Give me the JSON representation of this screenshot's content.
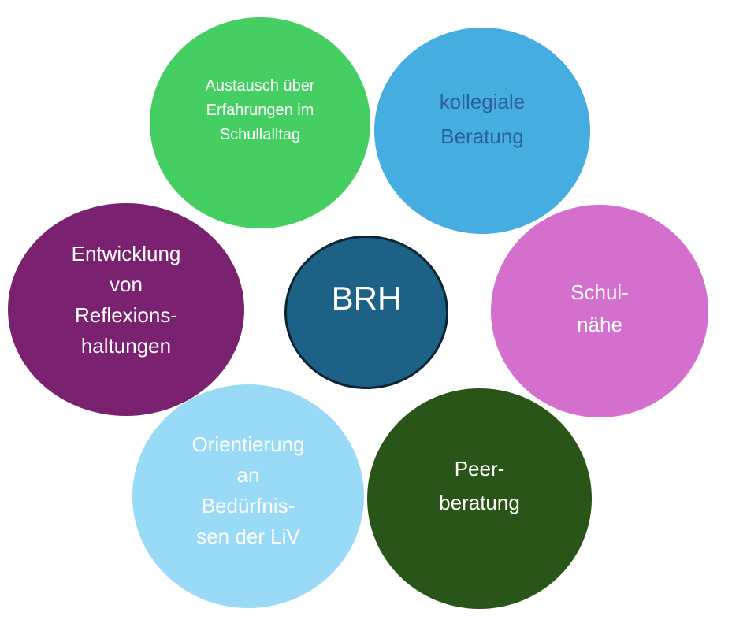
{
  "canvas": {
    "background": "#FFFFFF"
  },
  "center_bubble": {
    "label": "BRH",
    "fill": "#1D6187",
    "border_color": "#0D2433",
    "text_color": "#FFFFFF"
  },
  "bubbles": {
    "austausch": {
      "lines": [
        "Austausch über",
        "Erfahrungen im",
        "Schullalltag"
      ],
      "fill": "#45CF62",
      "text_color": "#FFFFFF"
    },
    "kollegiale": {
      "lines": [
        "kollegiale",
        "Beratung"
      ],
      "fill": "#45ADE0",
      "text_color": "#2E5F9E"
    },
    "entwicklung": {
      "lines": [
        "Entwicklung",
        "von",
        "Reflexions-",
        "haltungen"
      ],
      "fill": "#7A2170",
      "text_color": "#FFFFFF"
    },
    "schulnaehe": {
      "lines": [
        "Schul-",
        "nähe"
      ],
      "fill": "#D56FCE",
      "text_color": "#FFFFFF"
    },
    "orientierung": {
      "lines": [
        "Orientierung",
        "an",
        "Bedürfnis-",
        "sen der LiV"
      ],
      "fill": "#99DAF6",
      "text_color": "#FFFFFF"
    },
    "peer": {
      "lines": [
        "Peer-",
        "beratung"
      ],
      "fill": "#2A5518",
      "text_color": "#FFFFFF"
    }
  }
}
